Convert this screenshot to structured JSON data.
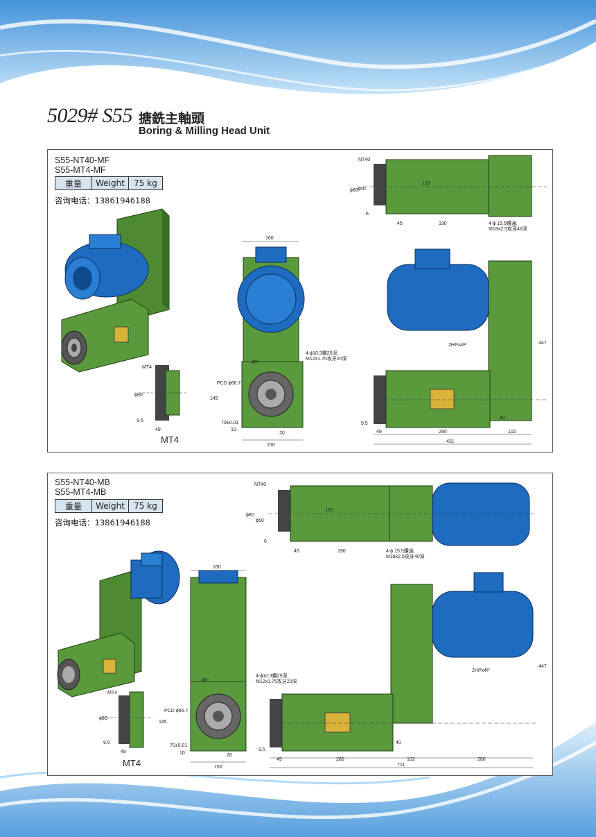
{
  "header": {
    "code": "5029# S55",
    "title_cn": "搪銑主軸頭",
    "title_en": "Boring & Milling Head Unit"
  },
  "colors": {
    "machine_green": "#5a9a3c",
    "motor_blue": "#1e6bc0",
    "table_fill": "#d6e4f0",
    "background_wave": "#8fc3ea"
  },
  "panels": [
    {
      "models": [
        "S55-NT40-MF",
        "S55-MT4-MF"
      ],
      "weight_label_cn": "重量",
      "weight_label_en": "Weight",
      "weight_value": "75 kg",
      "contact": "咨询电话：13861946188",
      "mt4_label": "MT4",
      "dims": {
        "nt40": "NT40",
        "d80": "ϕ80",
        "d50": "ϕ50",
        "d120": "120",
        "d6": "6",
        "d45": "45",
        "d190": "190",
        "hole1": "4-ϕ 15.5鑽通,",
        "hole2": "M18x2.5攻牙40深",
        "d160": "160",
        "d45deg": "45°",
        "pcd": "PCD ϕ66.7",
        "d145": "145",
        "d70": "70±0.01",
        "d10": "10",
        "d20": "20",
        "d150": "150",
        "tap1": "4-ϕ10.3鑽25深,",
        "tap2": "M12x1.75攻牙20深",
        "hp": "2HPx4P",
        "d447": "447",
        "d40": "40",
        "d9_5": "9.5",
        "d49": "49",
        "d280": "280",
        "d102": "102",
        "total": "431"
      }
    },
    {
      "models": [
        "S55-NT40-MB",
        "S55-MT4-MB"
      ],
      "weight_label_cn": "重量",
      "weight_label_en": "Weight",
      "weight_value": "75 kg",
      "contact": "咨询电话：13861946188",
      "mt4_label": "MT4",
      "dims": {
        "nt40": "NT40",
        "d80": "ϕ80",
        "d50": "ϕ50",
        "d120": "120",
        "d6": "6",
        "d45": "45",
        "d190": "190",
        "hole1": "4-ϕ 15.5鑽通,",
        "hole2": "M18x2.5攻牙40深",
        "d160": "160",
        "d45deg": "45°",
        "pcd": "PCD ϕ66.7",
        "d145": "145",
        "d70": "70±0.01",
        "d10": "10",
        "d20": "20",
        "d150": "150",
        "tap1": "4-ϕ10.3鑽25深,",
        "tap2": "M12x1.75攻牙20深",
        "hp": "2HPx4P",
        "d447": "447",
        "d40": "40",
        "d9_5": "9.5",
        "d49": "49",
        "d280": "280",
        "d102": "102",
        "d280b": "280",
        "total": "711"
      }
    }
  ]
}
